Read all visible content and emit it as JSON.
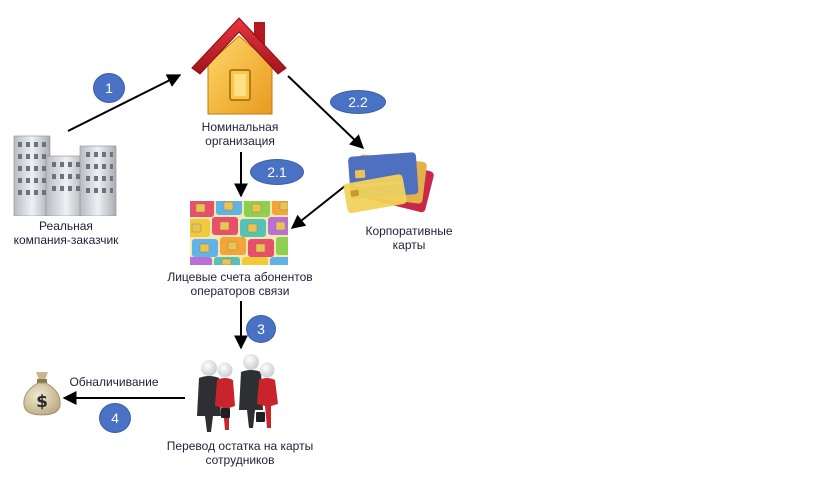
{
  "diagram": {
    "nodes": {
      "client": {
        "label_line1": "Реальная",
        "label_line2": "компания-заказчик",
        "icon": "office-building-icon"
      },
      "nominal": {
        "label_line1": "Номинальная",
        "label_line2": "организация",
        "icon": "house-icon"
      },
      "cards": {
        "label_line1": "Корпоративные",
        "label_line2": "карты",
        "icon": "credit-cards-icon"
      },
      "accounts": {
        "label_line1": "Лицевые счета абонентов",
        "label_line2": "операторов связи",
        "icon": "sim-cards-icon"
      },
      "employees": {
        "label_line1": "Перевод остатка на карты",
        "label_line2": "сотрудников",
        "icon": "people-group-icon"
      },
      "cash": {
        "label": "Обналичивание",
        "icon": "money-bag-icon"
      }
    },
    "steps": [
      "1",
      "2.1",
      "2.2",
      "3",
      "4"
    ],
    "colors": {
      "badge": "#4a72c4",
      "arrow": "#000000",
      "roof": "#c8202a",
      "house": "#f2b63a"
    }
  }
}
